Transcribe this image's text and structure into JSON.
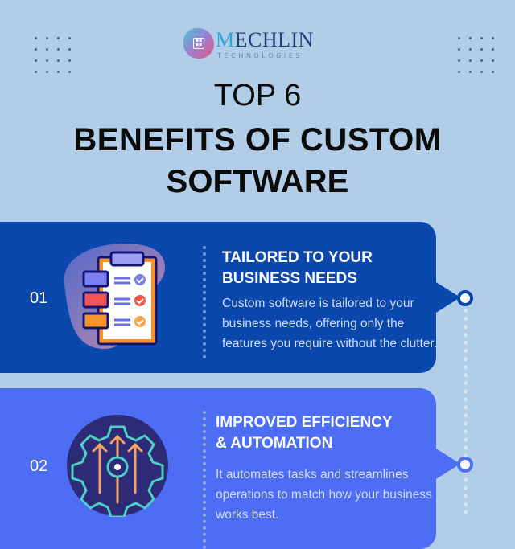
{
  "brand": {
    "logo_icon": "circuit-chip-icon",
    "name_first": "M",
    "name_rest": "ECHLIN",
    "tagline": "TECHNOLOGIES",
    "colors": {
      "name": "#1f3f7a",
      "accent": "#2ba6d8"
    }
  },
  "header": {
    "line1": "TOP 6",
    "line2": "BENEFITS OF CUSTOM",
    "line3": "SOFTWARE"
  },
  "decor": {
    "dot_grid_left": "dot-grid-icon",
    "dot_grid_right": "dot-grid-icon"
  },
  "benefits": [
    {
      "number": "01",
      "icon": "clipboard-checklist-icon",
      "title_line1": "TAILORED TO YOUR",
      "title_line2": "BUSINESS NEEDS",
      "description": "Custom software is tailored to your business needs, offering only the features you require without the clutter.",
      "color": "#0a48ad"
    },
    {
      "number": "02",
      "icon": "gear-arrows-up-icon",
      "title_line1": "IMPROVED EFFICIENCY",
      "title_line2": "& AUTOMATION",
      "description": "It automates tasks and streamlines operations to match how your business works best.",
      "color": "#4d6df5"
    }
  ],
  "colors": {
    "background": "#b1cde8",
    "title": "#0b0b0b",
    "timeline": "#d7e3f1"
  }
}
